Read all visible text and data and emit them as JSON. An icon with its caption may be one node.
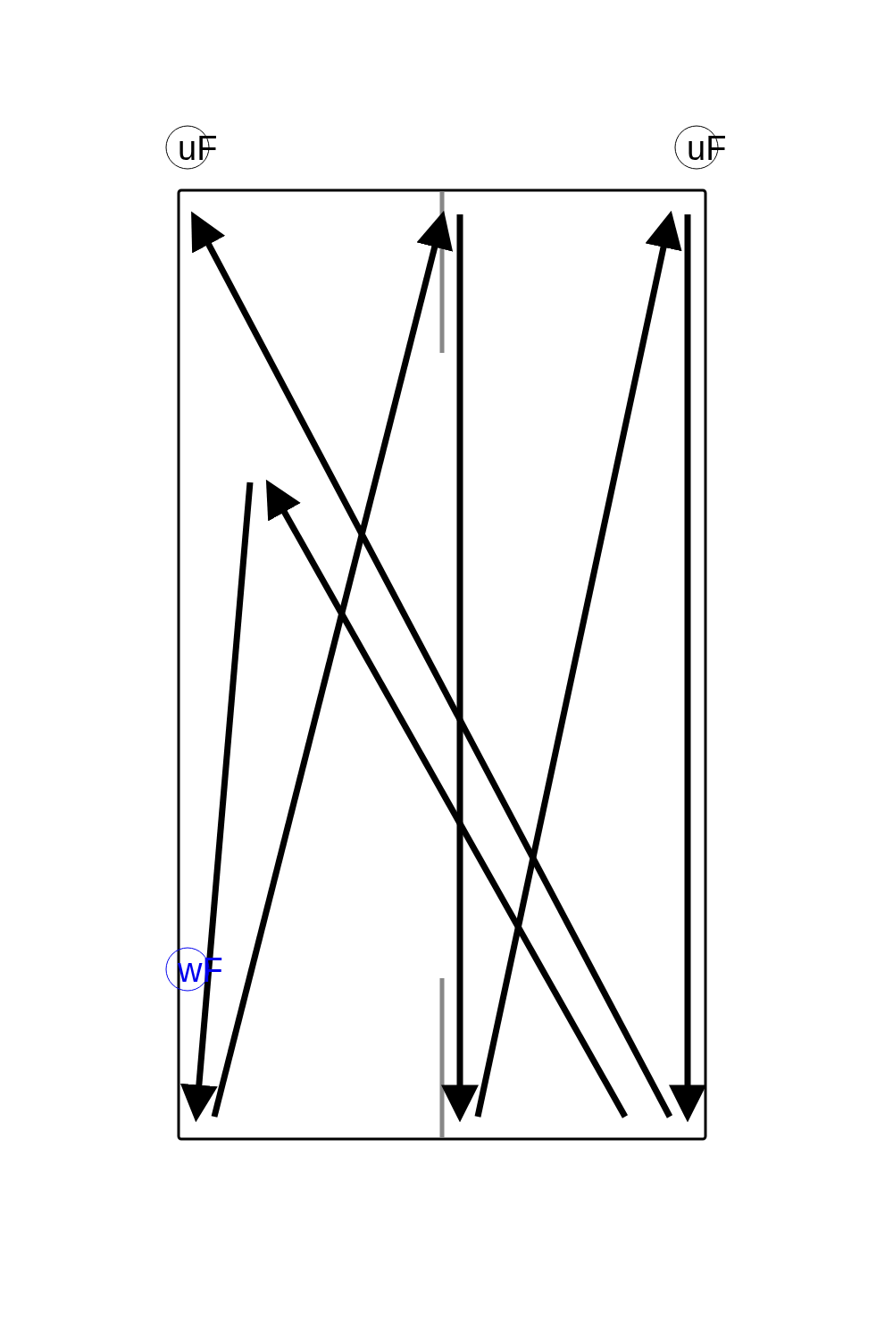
{
  "diagram": {
    "nodes": [
      {
        "text": [
          "uF"
        ]
      },
      {
        "text": [
          "uF"
        ]
      },
      {
        "text": [
          "wF"
        ]
      }
    ]
  }
}
